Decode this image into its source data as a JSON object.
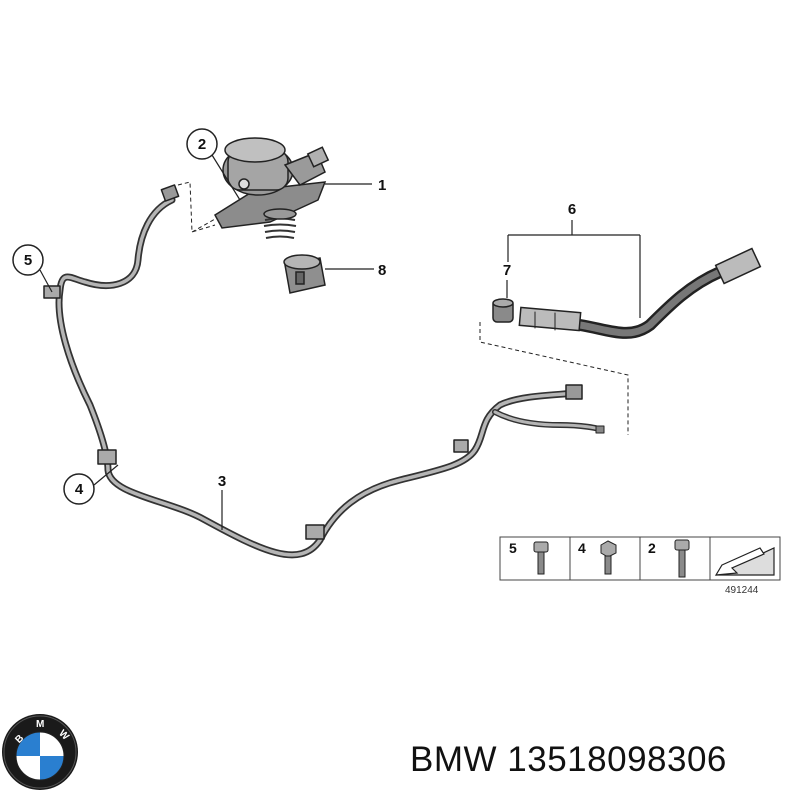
{
  "callouts": [
    {
      "id": "1",
      "label": "1"
    },
    {
      "id": "2",
      "label": "2"
    },
    {
      "id": "3",
      "label": "3"
    },
    {
      "id": "4",
      "label": "4"
    },
    {
      "id": "5",
      "label": "5"
    },
    {
      "id": "6",
      "label": "6"
    },
    {
      "id": "7",
      "label": "7"
    },
    {
      "id": "8",
      "label": "8"
    }
  ],
  "hardware_table": {
    "cells": [
      "5",
      "4",
      "2"
    ]
  },
  "diagram_code": "491244",
  "caption": {
    "brand": "BMW",
    "part_number": "13518098306"
  },
  "logo": {
    "text": "BMW",
    "colors": {
      "ring": "#1a1a1a",
      "blue": "#2a7fd0",
      "white": "#ffffff"
    }
  }
}
